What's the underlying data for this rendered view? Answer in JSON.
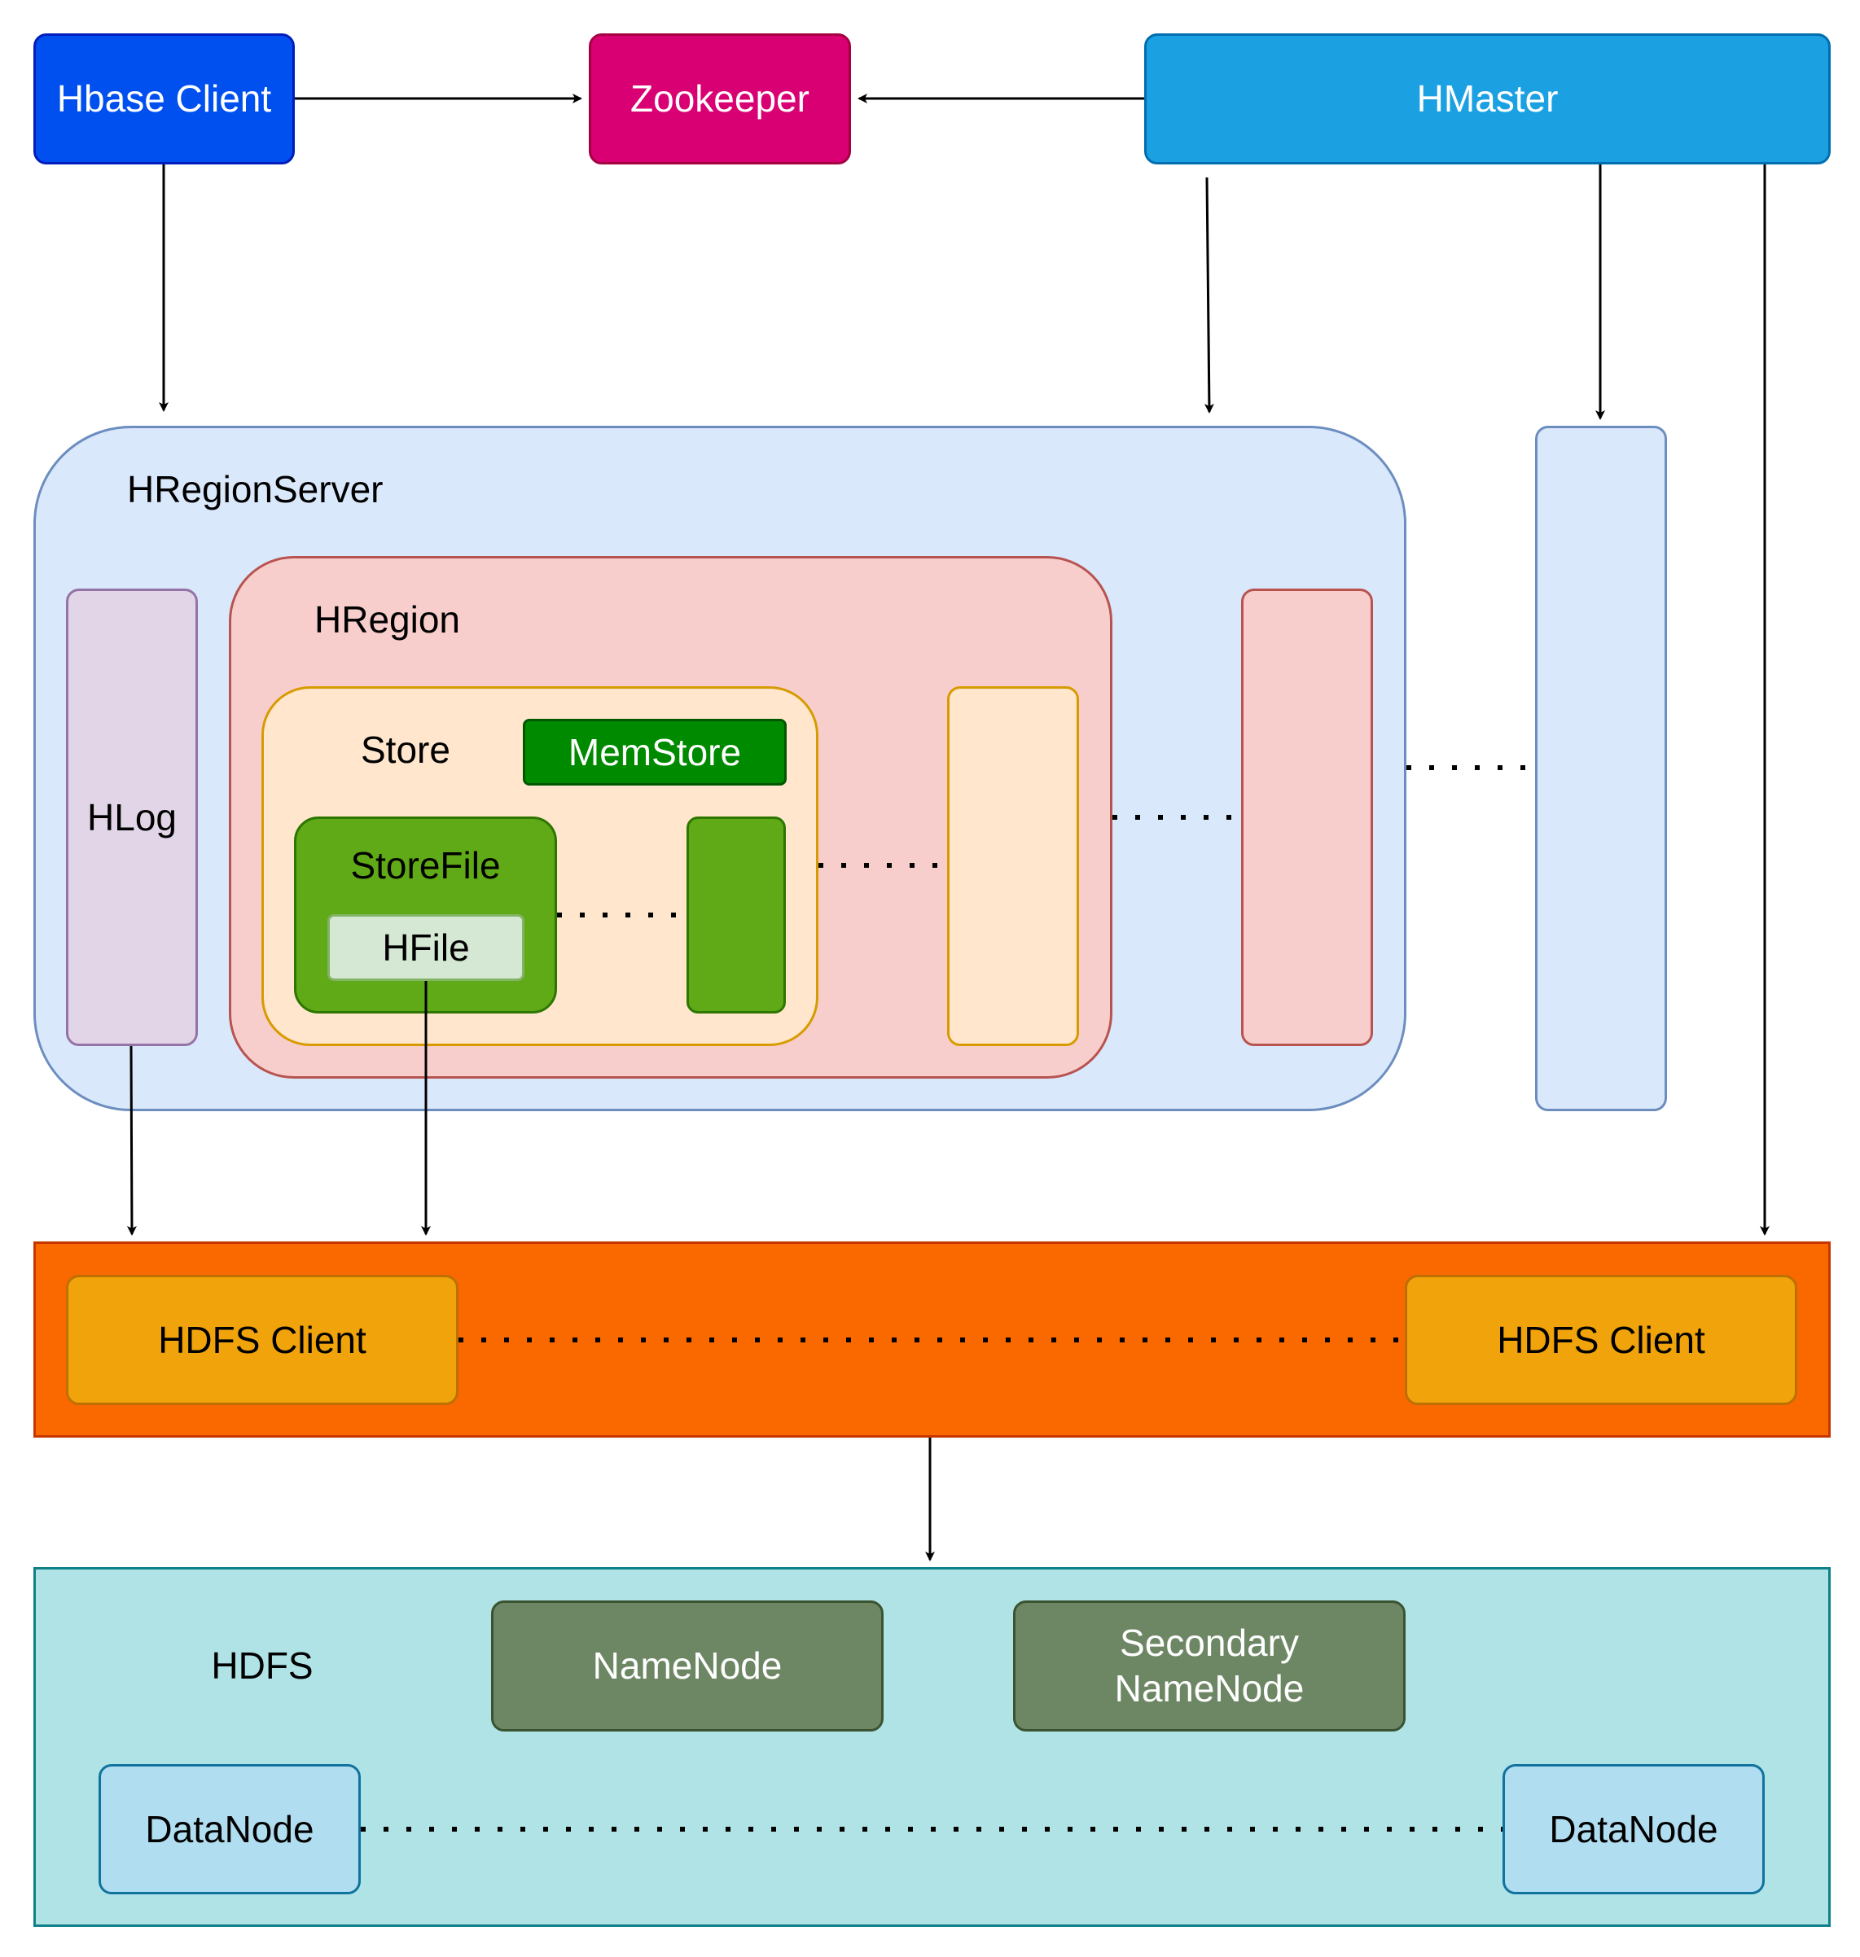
{
  "nodes": {
    "hbase_client": {
      "label": "Hbase Client",
      "fill": "#0050ef",
      "stroke": "#001dbc"
    },
    "zookeeper": {
      "label": "Zookeeper",
      "fill": "#d80073",
      "stroke": "#a50040"
    },
    "hmaster": {
      "label": "HMaster",
      "fill": "#1ba1e2",
      "stroke": "#006eaf"
    },
    "hregionserver": {
      "label": "HRegionServer",
      "fill": "#dae8fc",
      "stroke": "#6c8ebf"
    },
    "hlog": {
      "label": "HLog",
      "fill": "#e1d5e7",
      "stroke": "#9673a6"
    },
    "hregion": {
      "label": "HRegion",
      "fill": "#f8cecc",
      "stroke": "#b85450"
    },
    "store": {
      "label": "Store",
      "fill": "#ffe6cc",
      "stroke": "#d79b00"
    },
    "memstore": {
      "label": "MemStore",
      "fill": "#008a00",
      "stroke": "#005700"
    },
    "storefile": {
      "label": "StoreFile",
      "fill": "#60a917",
      "stroke": "#2d7600"
    },
    "hfile": {
      "label": "HFile",
      "fill": "#d5e8d4",
      "stroke": "#82b366"
    },
    "hdfs_layer": {
      "fill": "#fa6800",
      "stroke": "#c73500"
    },
    "hdfs_client_left": {
      "label": "HDFS Client",
      "fill": "#f0a30a",
      "stroke": "#bd7000"
    },
    "hdfs_client_right": {
      "label": "HDFS Client",
      "fill": "#f0a30a",
      "stroke": "#bd7000"
    },
    "hdfs": {
      "label": "HDFS",
      "fill": "#b0e3e6",
      "stroke": "#0e8088"
    },
    "namenode": {
      "label": "NameNode",
      "fill": "#6d8764",
      "stroke": "#3a5431"
    },
    "secondary_namenode": {
      "label": "Secondary\nNameNode",
      "fill": "#6d8764",
      "stroke": "#3a5431"
    },
    "datanode_left": {
      "label": "DataNode",
      "fill": "#b1ddf0",
      "stroke": "#10739e"
    },
    "datanode_right": {
      "label": "DataNode",
      "fill": "#b1ddf0",
      "stroke": "#10739e"
    },
    "storefile_more": {
      "fill": "#60a917",
      "stroke": "#2d7600"
    },
    "store_more": {
      "fill": "#ffe6cc",
      "stroke": "#d79b00"
    },
    "hregion_more": {
      "fill": "#f8cecc",
      "stroke": "#b85450"
    },
    "hregionserver_more": {
      "fill": "#dae8fc",
      "stroke": "#6c8ebf"
    }
  },
  "edge_color": "#000000"
}
